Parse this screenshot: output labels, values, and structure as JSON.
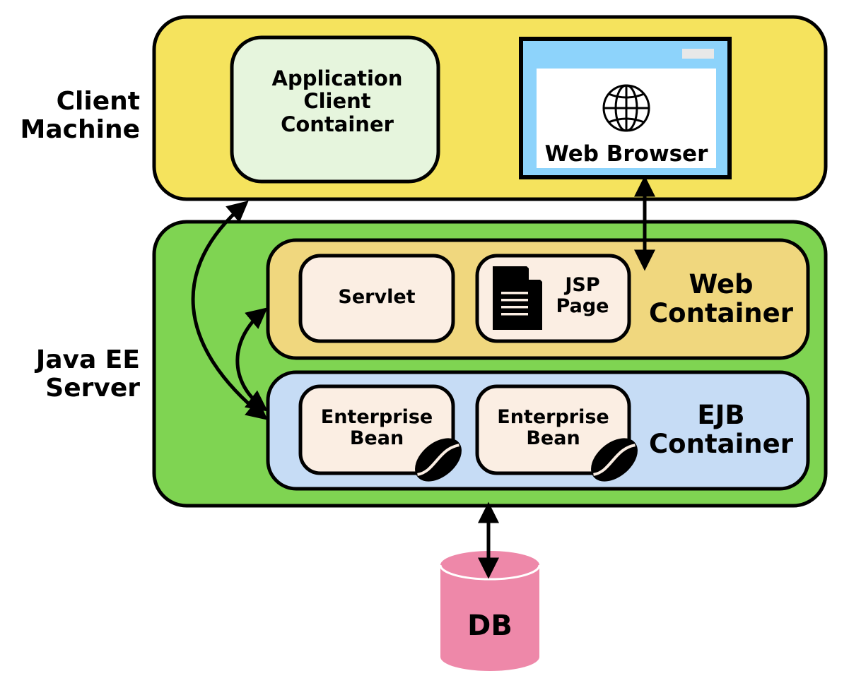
{
  "colors": {
    "client_machine": "#f5e35d",
    "app_client_container": "#e6f5dd",
    "browser_frame": "#8dd3fb",
    "java_ee_server": "#7fd452",
    "web_container": "#f0d77e",
    "ejb_container": "#c6dcf5",
    "component": "#fbeee3",
    "db": "#ee88a9"
  },
  "client_machine": {
    "label_line1": "Client",
    "label_line2": "Machine",
    "app_client": {
      "line1": "Application",
      "line2": "Client",
      "line3": "Container"
    },
    "browser": {
      "label": "Web Browser",
      "icon": "globe-icon"
    }
  },
  "java_ee_server": {
    "label_line1": "Java EE",
    "label_line2": "Server",
    "web_container": {
      "label_line1": "Web",
      "label_line2": "Container",
      "servlet": "Servlet",
      "jsp": {
        "line1": "JSP",
        "line2": "Page",
        "icon": "document-icon"
      }
    },
    "ejb_container": {
      "label_line1": "EJB",
      "label_line2": "Container",
      "beans": [
        {
          "line1": "Enterprise",
          "line2": "Bean",
          "icon": "coffee-bean-icon"
        },
        {
          "line1": "Enterprise",
          "line2": "Bean",
          "icon": "coffee-bean-icon"
        }
      ]
    }
  },
  "db": {
    "label": "DB"
  }
}
